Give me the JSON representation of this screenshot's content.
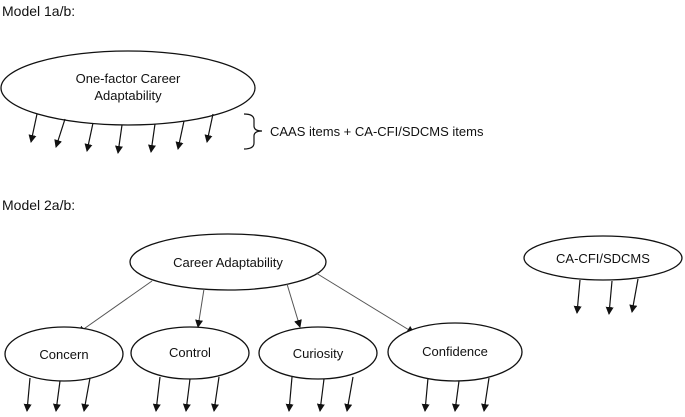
{
  "model1": {
    "heading": "Model 1a/b:",
    "factor_line1": "One-factor Career",
    "factor_line2": "Adaptability",
    "items_label": "CAAS items + CA-CFI/SDCMS items"
  },
  "model2": {
    "heading": "Model 2a/b:",
    "higher_order_factor": "Career Adaptability",
    "separate_factor": "CA-CFI/SDCMS",
    "subfactors": [
      "Concern",
      "Control",
      "Curiosity",
      "Confidence"
    ]
  },
  "colors": {
    "line": "#111111",
    "connector": "#555555",
    "ellipse_fill": "#ffffff"
  }
}
